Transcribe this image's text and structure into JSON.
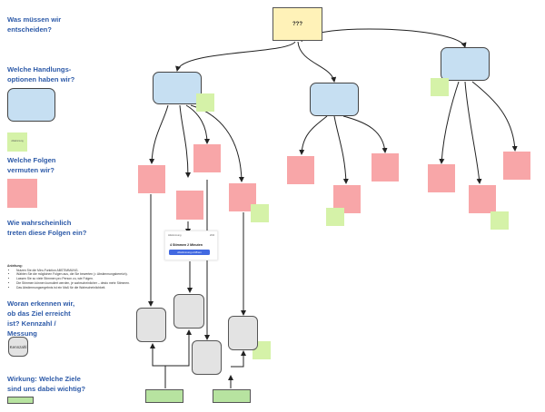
{
  "headings": {
    "decide": "Was müssen wir\nentscheiden?",
    "options": "Welche Handlungs-\noptionen haben wir?",
    "consequences": "Welche Folgen\nvermuten wir?",
    "probability": "Wie wahrscheinlich\ntreten diese Folgen ein?",
    "measure": "Woran erkennen wir,\nob das Ziel erreicht\nist? Kennzahl /\nMessung",
    "goals": "Wirkung: Welche Ziele\nsind uns dabei wichtig?"
  },
  "legend": {
    "note_text": "Abstimmung",
    "metric_label": "Kennzahl"
  },
  "anleitung": {
    "title": "Anleitung:",
    "items": [
      "Nutzen Sie die Miro-Funktion ABSTIMMUNG.",
      "Wählen Sie die möglichen Folgen aus, die Sie bewerten (= Abstimmungsbereich).",
      "Lassen Sie so viele Stimmen pro Person zu, wie Folgen.",
      "Die Stimmen können kumuliert werden, je wahrscheinlicher – desto mehr Stimmen.",
      "Das Abstimmungsergebnis ist ein Maß für die Wahrscheinlichkeit."
    ]
  },
  "diagram": {
    "decision_label": "???"
  },
  "vote": {
    "title": "Abstimmung",
    "tag": "2/34",
    "count_text": "4 Stimmen 2 Minuten",
    "button_label": "Abstimmung eröffnen"
  },
  "colors": {
    "heading": "#2d5aa8",
    "decision": "#fff2b8",
    "option": "#c6dff2",
    "consequence": "#f8a6a8",
    "note": "#d5f2a8",
    "metric": "#e3e3e3",
    "goal": "#b7e3a0",
    "vote_button": "#4169e1"
  }
}
